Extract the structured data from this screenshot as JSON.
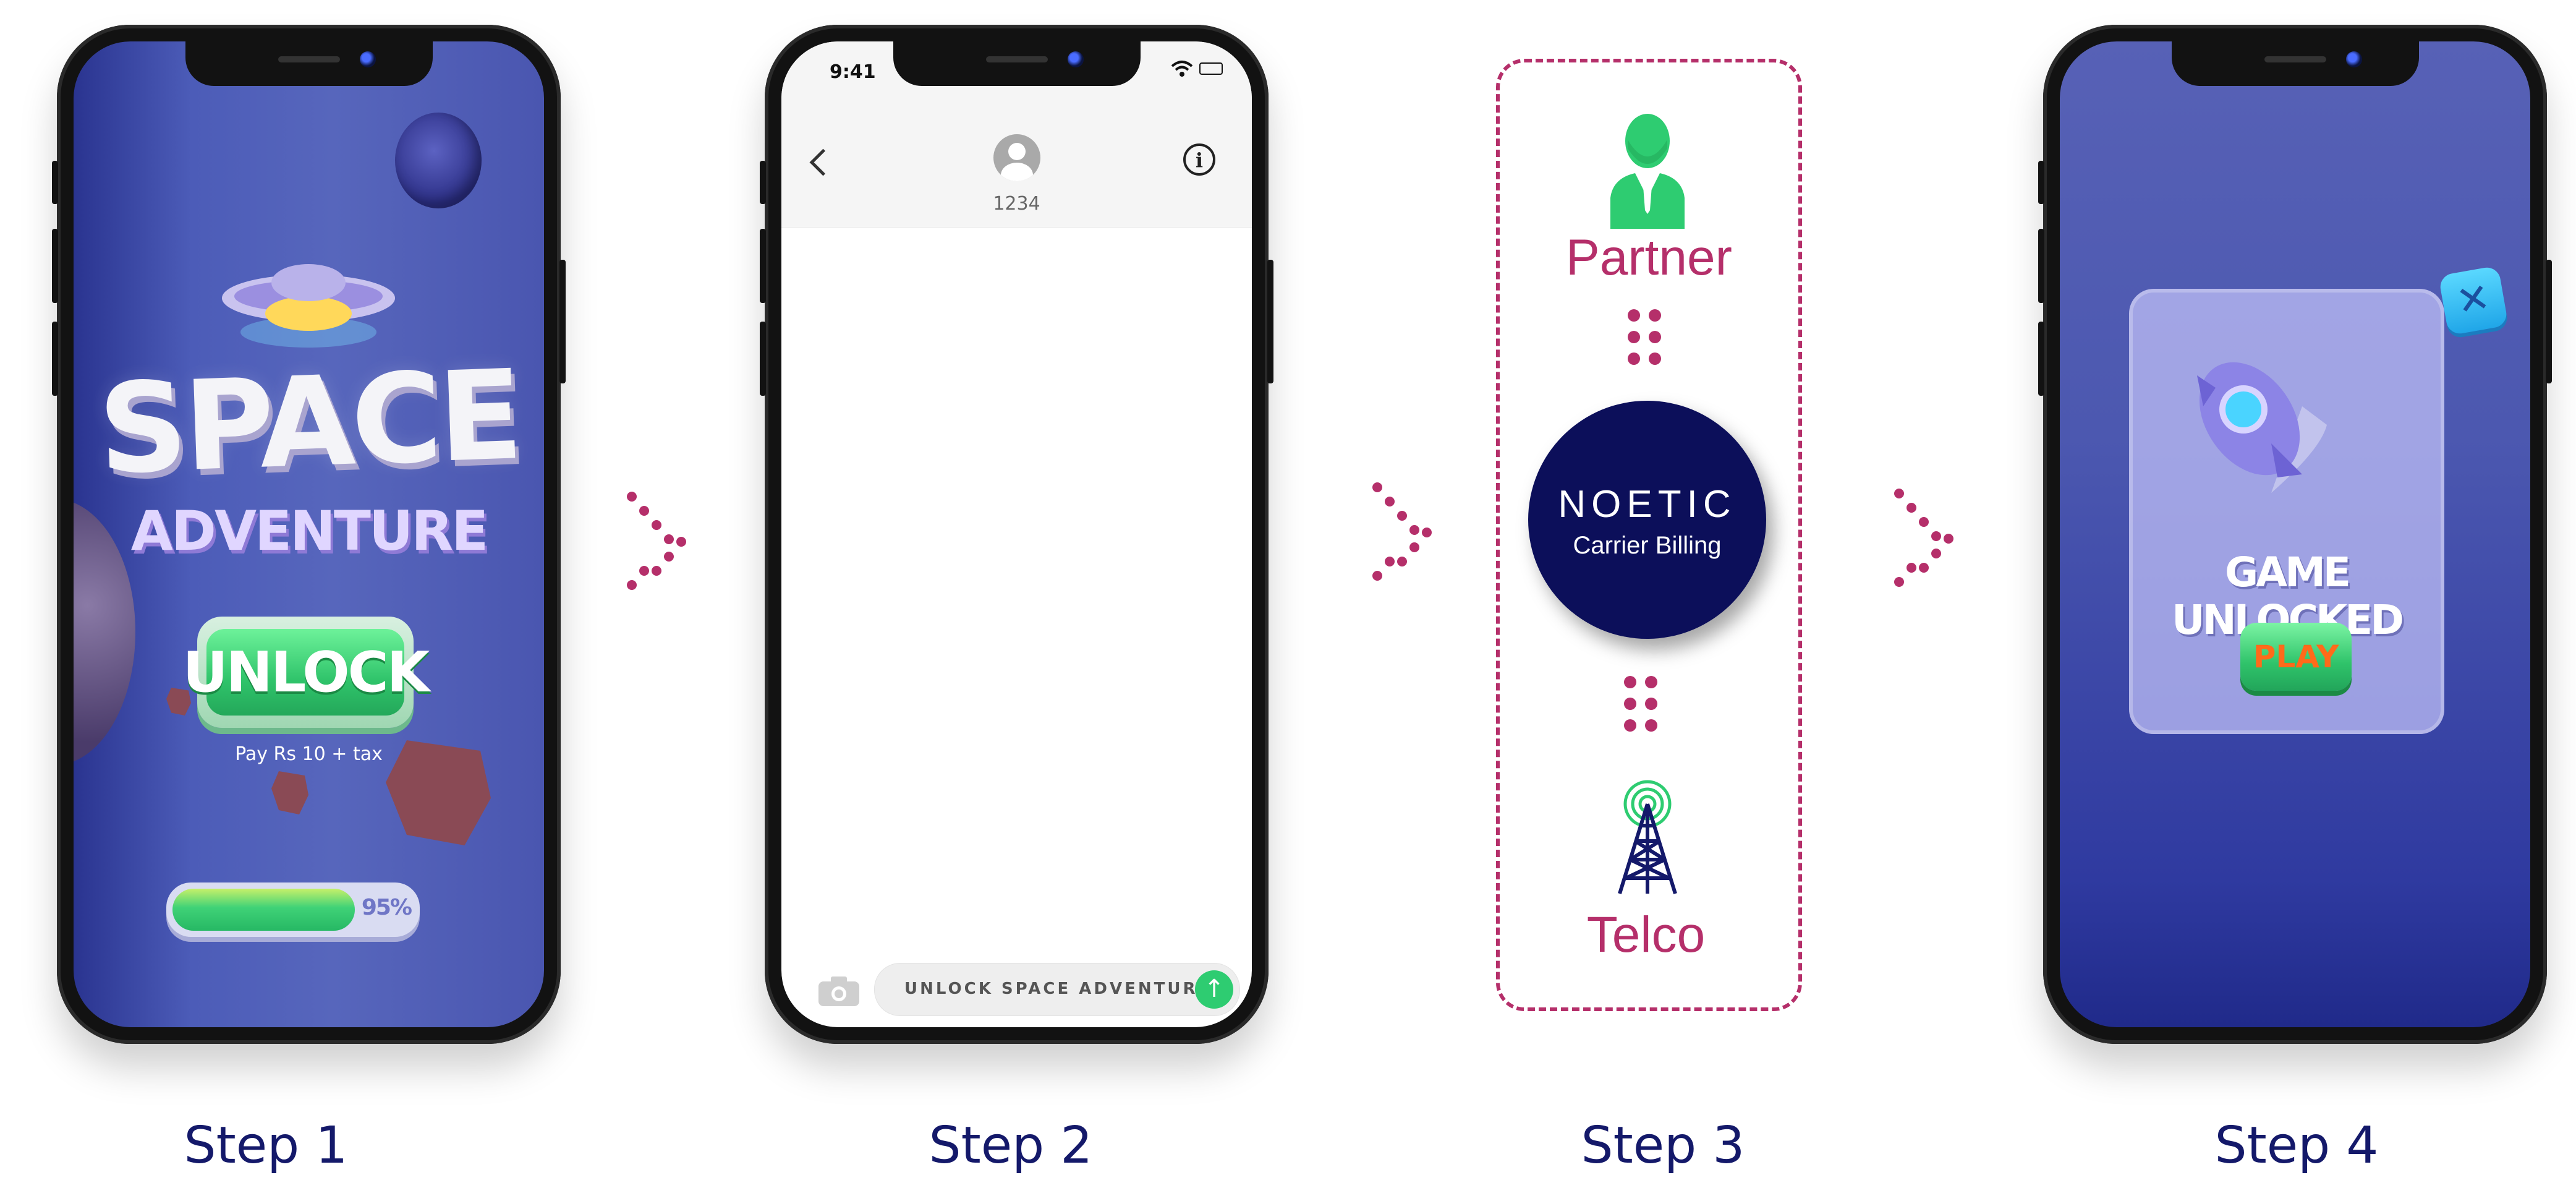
{
  "steps": [
    {
      "label": "Step 1"
    },
    {
      "label": "Step 2"
    },
    {
      "label": "Step 3"
    },
    {
      "label": "Step 4"
    }
  ],
  "step1": {
    "title": "SPACE",
    "subtitle": "ADVENTURE",
    "unlock_label": "UNLOCK",
    "price_text": "Pay Rs 10 + tax",
    "progress_percent": 95,
    "progress_label": "95%"
  },
  "step2": {
    "status_time": "9:41",
    "contact_number": "1234",
    "message_text": "UNLOCK SPACE ADVENTURE"
  },
  "step3": {
    "partner_label": "Partner",
    "hub_name": "NOETIC",
    "hub_subtitle": "Carrier Billing",
    "telco_label": "Telco"
  },
  "step4": {
    "headline": "GAME UNLOCKED",
    "play_label": "PLAY",
    "close_symbol": "✕"
  },
  "colors": {
    "accent": "#b52f6a",
    "navy": "#0c0f5a",
    "step_text": "#14196a",
    "partner_green": "#2ecc71"
  }
}
